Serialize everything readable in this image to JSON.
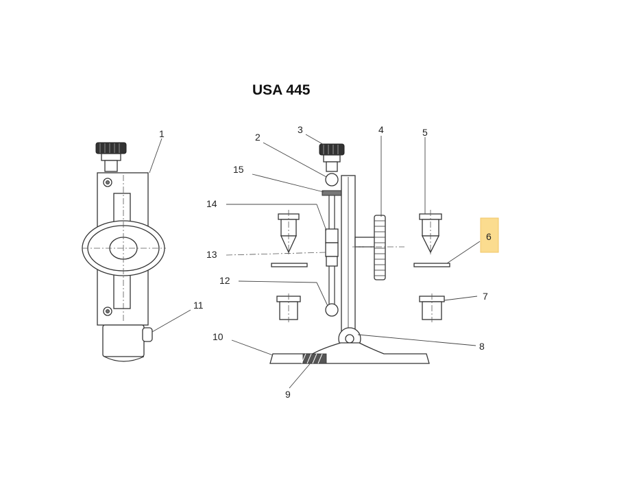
{
  "title": "USA 445",
  "callouts": {
    "c1": "1",
    "c2": "2",
    "c3": "3",
    "c4": "4",
    "c5": "5",
    "c6": "6",
    "c7": "7",
    "c8": "8",
    "c9": "9",
    "c10": "10",
    "c11": "11",
    "c12": "12",
    "c13": "13",
    "c14": "14",
    "c15": "15"
  },
  "highlight_color": "#fbdc8f",
  "highlighted_callout": "6"
}
